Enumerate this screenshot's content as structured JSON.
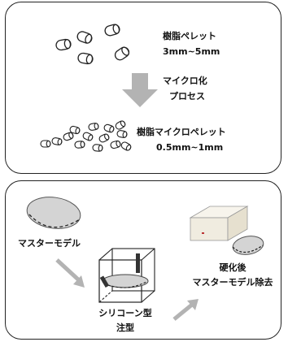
{
  "process": {
    "pellets_label": "樹脂ペレット",
    "pellets_size": "3mm~5mm",
    "arrow_label_line1": "マイクロ化",
    "arrow_label_line2": "プロセス",
    "micro_label": "樹脂マイクロペレット",
    "micro_size": "0.5mm~1mm"
  },
  "molding": {
    "master_label": "マスターモデル",
    "pour_line1": "シリコーン型",
    "pour_line2": "注型",
    "remove_line1": "硬化後",
    "remove_line2": "マスターモデル除去"
  },
  "colors": {
    "arrow": "#b3b3b3",
    "disc_fill": "#d4d4d4",
    "box_fill": "#f0ece0",
    "border": "#222222"
  }
}
